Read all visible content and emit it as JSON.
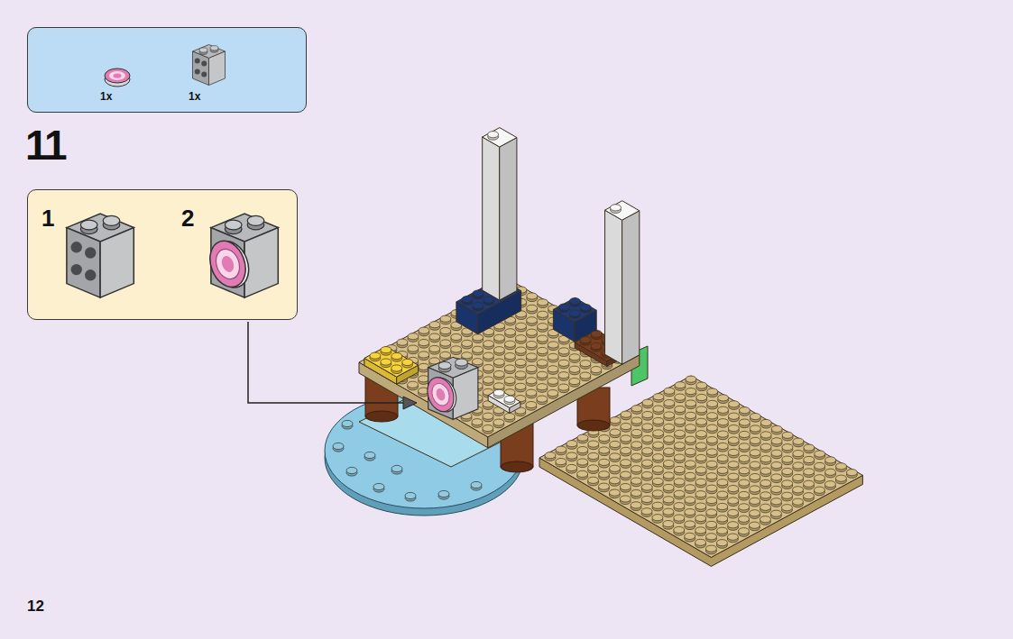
{
  "diagram": {
    "nodes": [
      {
        "text": [
          "1x",
          "1x"
        ]
      },
      {
        "text": [
          "1",
          "2"
        ]
      }
    ],
    "labels": [
      "11",
      "12"
    ]
  }
}
